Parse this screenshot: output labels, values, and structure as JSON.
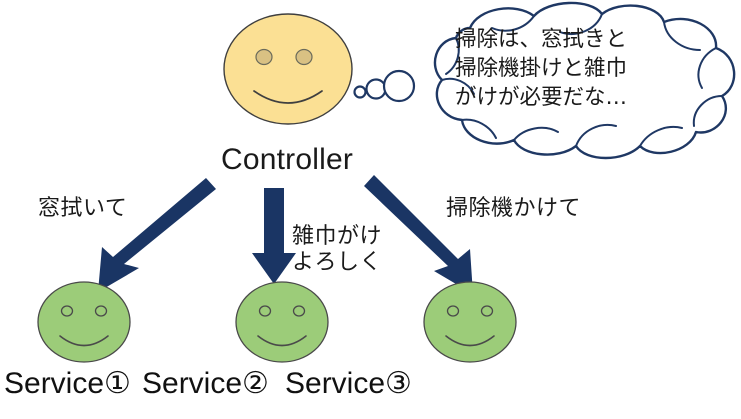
{
  "diagram": {
    "title_text": "Controller",
    "thought_bubble": {
      "name": "controller-thought-bubble",
      "lines": [
        "掃除は、窓拭きと",
        "掃除機掛けと雑巾",
        "がけが必要だな…"
      ],
      "text": "掃除は、窓拭きと\n掃除機掛けと雑巾\nがけが必要だな…"
    },
    "arrows": [
      {
        "id": "arrow-left",
        "label": "窓拭いて",
        "target": "Service①"
      },
      {
        "id": "arrow-mid",
        "label": "雑巾がけ\nよろしく",
        "target": "Service②"
      },
      {
        "id": "arrow-right",
        "label": "掃除機かけて",
        "target": "Service③"
      }
    ],
    "arrow_labels": {
      "left": "窓拭いて",
      "middle": "雑巾がけ\nよろしく",
      "right": "掃除機かけて"
    },
    "services": [
      {
        "id": "service-1",
        "label": "Service①"
      },
      {
        "id": "service-2",
        "label": "Service②"
      },
      {
        "id": "service-3",
        "label": "Service③"
      }
    ],
    "colors": {
      "controller_face_fill": "#FBE094",
      "controller_face_stroke": "#3f3f3f",
      "controller_eye_fill": "#D9C183",
      "service_face_fill": "#9CCC79",
      "service_face_stroke": "#4a4a4a",
      "arrow_fill": "#1A3564",
      "bubble_stroke": "#1F3864",
      "bubble_fill": "#FFFFFF",
      "text": "#1A1A1A",
      "background": "#FFFFFF"
    }
  }
}
